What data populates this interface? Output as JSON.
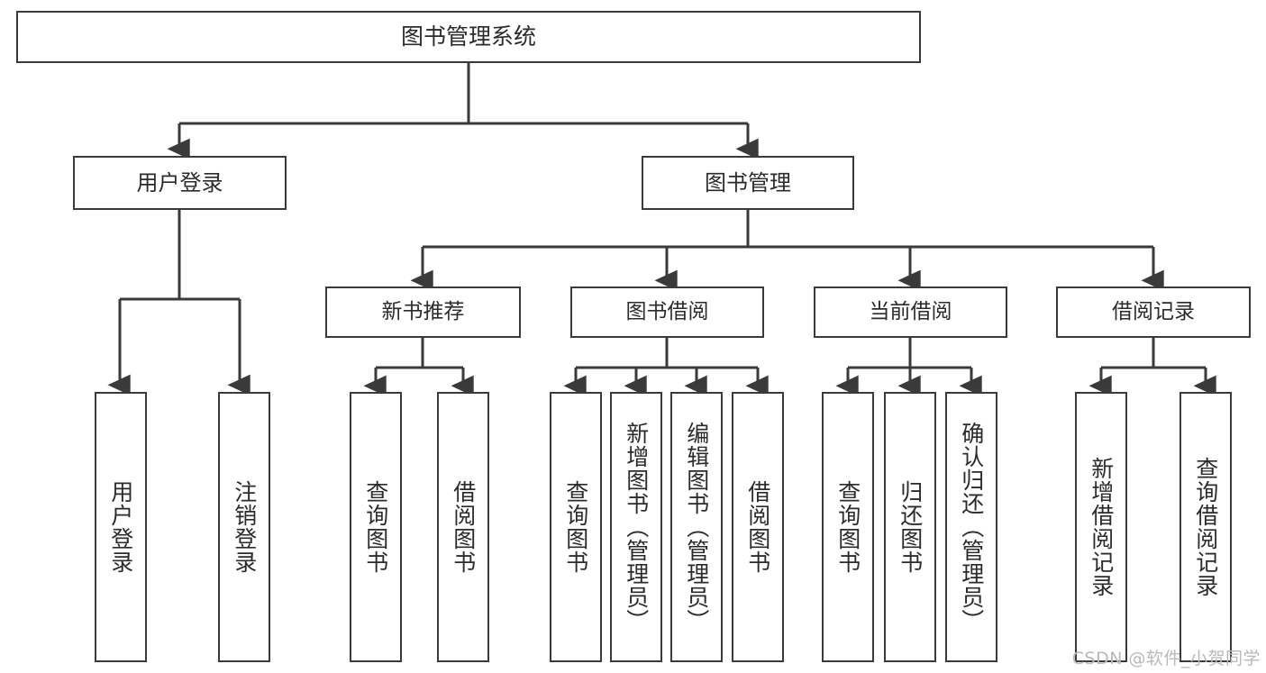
{
  "diagram": {
    "title": "图书管理系统",
    "type": "tree-hierarchy-chart",
    "line_color": "#3a3a3a",
    "text_color": "#2b2b2b",
    "background_color": "#ffffff"
  },
  "root": {
    "label": "图书管理系统"
  },
  "level1": [
    {
      "label": "用户登录"
    },
    {
      "label": "图书管理"
    }
  ],
  "level2": [
    {
      "label": "新书推荐"
    },
    {
      "label": "图书借阅"
    },
    {
      "label": "当前借阅"
    },
    {
      "label": "借阅记录"
    }
  ],
  "leaves": {
    "user_login": [
      {
        "label": "用户登录"
      },
      {
        "label": "注销登录"
      }
    ],
    "new_book_recommend": [
      {
        "label": "查询图书"
      },
      {
        "label": "借阅图书"
      }
    ],
    "book_borrow": [
      {
        "label": "查询图书"
      },
      {
        "label": "新增图书（管理员）"
      },
      {
        "label": "编辑图书（管理员）"
      },
      {
        "label": "借阅图书"
      }
    ],
    "current_borrow": [
      {
        "label": "查询图书"
      },
      {
        "label": "归还图书"
      },
      {
        "label": "确认归还（管理员）"
      }
    ],
    "borrow_record": [
      {
        "label": "新增借阅记录"
      },
      {
        "label": "查询借阅记录"
      }
    ]
  },
  "watermark": {
    "text": "CSDN @软件_小贺同学"
  }
}
